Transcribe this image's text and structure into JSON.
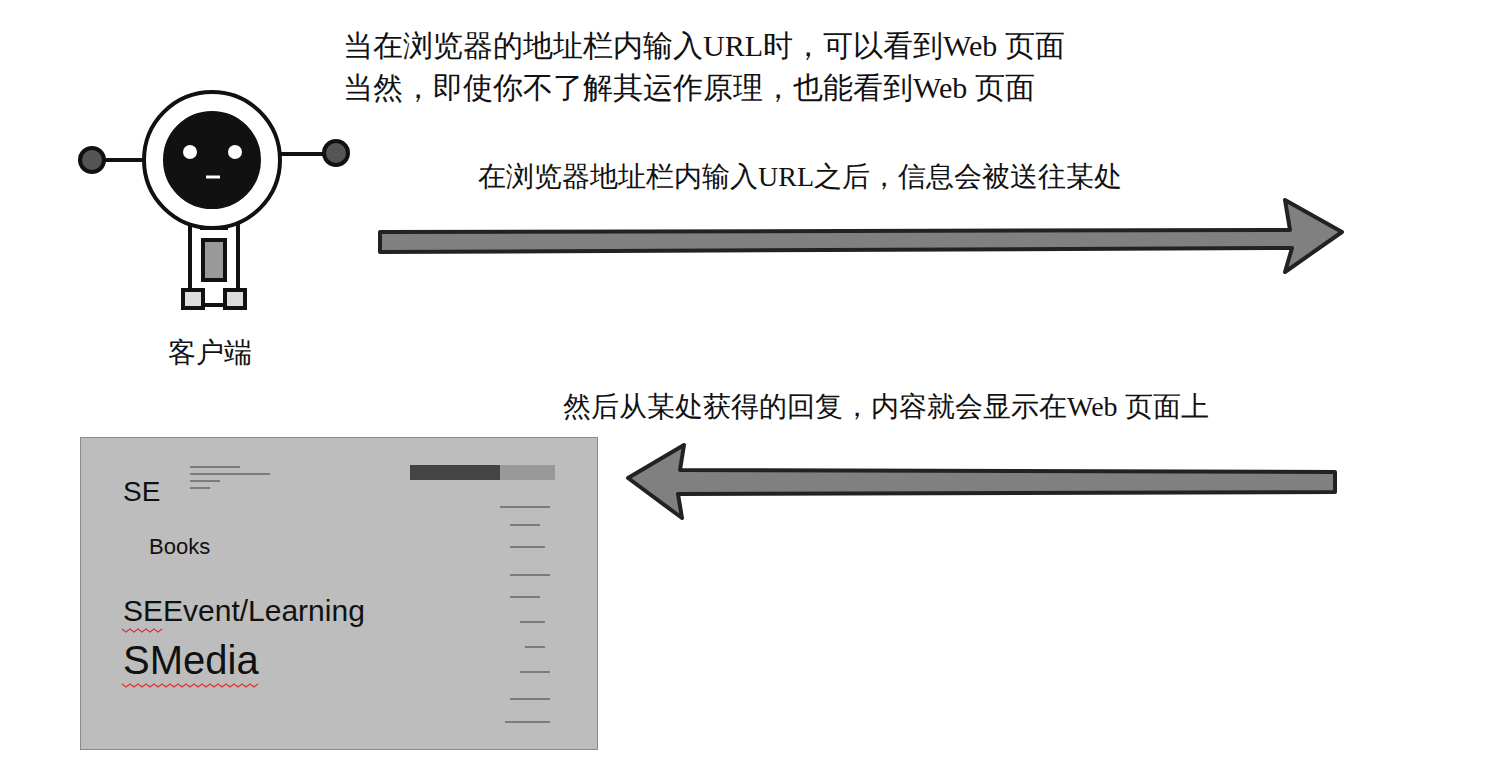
{
  "diagram": {
    "nodes": [
      {
        "text": [
          "SE",
          "Books",
          "SEEvent/Learning",
          "SMedia"
        ]
      }
    ],
    "labels": [
      "当在浏览器的地址栏内输入URL时，可以看到Web 页面",
      "当然，即使你不了解其运作原理，也能看到Web 页面",
      "在浏览器地址栏内输入URL之后，信息会被送往某处",
      "客户端",
      "然后从某处获得的回复，内容就会显示在Web  页面上"
    ]
  }
}
